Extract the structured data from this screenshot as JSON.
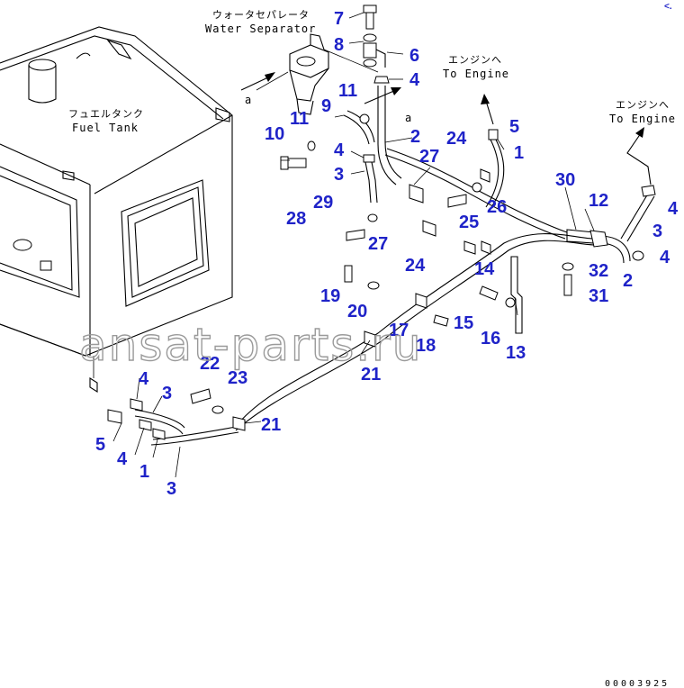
{
  "labels": {
    "water_separator_jp": "ウォータセパレータ",
    "water_separator_en": "Water Separator",
    "fuel_tank_jp": "フュエルタンク",
    "fuel_tank_en": "Fuel Tank",
    "to_engine_jp": "エンジンへ",
    "to_engine_en": "To Engine",
    "view_marker": "a"
  },
  "callouts": [
    {
      "id": "c7",
      "text": "7"
    },
    {
      "id": "c8",
      "text": "8"
    },
    {
      "id": "c6",
      "text": "6"
    },
    {
      "id": "c4a",
      "text": "4"
    },
    {
      "id": "c11a",
      "text": "11"
    },
    {
      "id": "c9",
      "text": "9"
    },
    {
      "id": "c11b",
      "text": "11"
    },
    {
      "id": "c10",
      "text": "10"
    },
    {
      "id": "c2a",
      "text": "2"
    },
    {
      "id": "c4b",
      "text": "4"
    },
    {
      "id": "c3a",
      "text": "3"
    },
    {
      "id": "c27a",
      "text": "27"
    },
    {
      "id": "c24a",
      "text": "24"
    },
    {
      "id": "c5a",
      "text": "5"
    },
    {
      "id": "c1a",
      "text": "1"
    },
    {
      "id": "c29",
      "text": "29"
    },
    {
      "id": "c28",
      "text": "28"
    },
    {
      "id": "c25",
      "text": "25"
    },
    {
      "id": "c26",
      "text": "26"
    },
    {
      "id": "c27b",
      "text": "27"
    },
    {
      "id": "c24b",
      "text": "24"
    },
    {
      "id": "c14",
      "text": "14"
    },
    {
      "id": "c30",
      "text": "30"
    },
    {
      "id": "c12",
      "text": "12"
    },
    {
      "id": "c4c",
      "text": "4"
    },
    {
      "id": "c3b",
      "text": "3"
    },
    {
      "id": "c4d",
      "text": "4"
    },
    {
      "id": "c32",
      "text": "32"
    },
    {
      "id": "c2b",
      "text": "2"
    },
    {
      "id": "c31",
      "text": "31"
    },
    {
      "id": "c19",
      "text": "19"
    },
    {
      "id": "c20",
      "text": "20"
    },
    {
      "id": "c17",
      "text": "17"
    },
    {
      "id": "c15",
      "text": "15"
    },
    {
      "id": "c18",
      "text": "18"
    },
    {
      "id": "c16",
      "text": "16"
    },
    {
      "id": "c13",
      "text": "13"
    },
    {
      "id": "c21a",
      "text": "21"
    },
    {
      "id": "c22",
      "text": "22"
    },
    {
      "id": "c23",
      "text": "23"
    },
    {
      "id": "c4e",
      "text": "4"
    },
    {
      "id": "c3c",
      "text": "3"
    },
    {
      "id": "c21b",
      "text": "21"
    },
    {
      "id": "c5b",
      "text": "5"
    },
    {
      "id": "c4f",
      "text": "4"
    },
    {
      "id": "c1b",
      "text": "1"
    },
    {
      "id": "c3d",
      "text": "3"
    }
  ],
  "watermark": "ansat-parts.ru",
  "doc_number": "00003925",
  "brand_mark": "<.",
  "colors": {
    "callout": "#1f23c8",
    "line": "#000000",
    "watermark": "#9a9a9a"
  }
}
